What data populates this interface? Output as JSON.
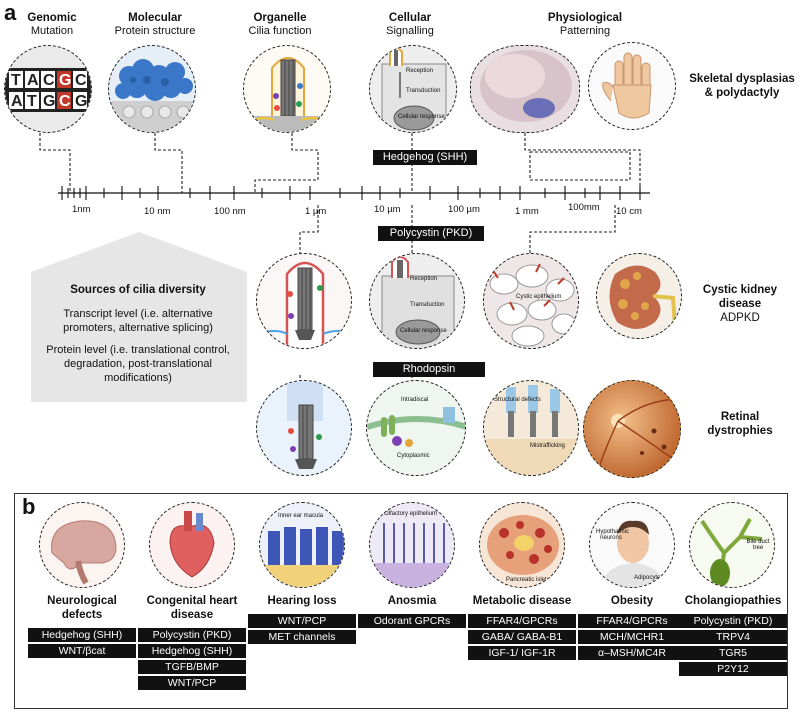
{
  "panel_a": {
    "letter": "a",
    "scales": [
      {
        "title": "Genomic",
        "subtitle": "Mutation"
      },
      {
        "title": "Molecular",
        "subtitle": "Protein structure"
      },
      {
        "title": "Organelle",
        "subtitle": "Cilia function"
      },
      {
        "title": "Cellular",
        "subtitle": "Signalling"
      },
      {
        "title": "Physiological",
        "subtitle": "Patterning"
      }
    ],
    "axis_ticks": [
      "1nm",
      "10 nm",
      "100 nm",
      "1 µm",
      "10 µm",
      "100 µm",
      "1 mm",
      "100mm",
      "10 cm"
    ],
    "pathways": {
      "hedgehog": "Hedgehog (SHH)",
      "polycystin": "Polycystin (PKD)",
      "rhodopsin": "Rhodopsin"
    },
    "diseases": {
      "skeletal": "Skeletal dysplasias & polydactyly",
      "skeletal_line1": "Skeletal dysplasias",
      "skeletal_line2": "& polydactyly",
      "kidney_line1": "Cystic kidney",
      "kidney_line2": "disease",
      "kidney_line3": "ADPKD",
      "retinal_line1": "Retinal",
      "retinal_line2": "dystrophies"
    },
    "inner_labels": {
      "reception": "Reception",
      "transduction": "Transduction",
      "cellular_response": "Cellular response",
      "cystic_epithelium": "Cystic epithelium",
      "intradiscal": "Intradiscal",
      "cytoplasmic": "Cytoplasmic",
      "structural_defects": "Structural defects",
      "mistrafficking": "Mistrafficking"
    },
    "diversity": {
      "title": "Sources of cilia diversity",
      "transcript": "Transcript level (i.e. alternative promoters, alternative splicing)",
      "protein": "Protein level (i.e. translational control, degradation, post-translational modifications)"
    },
    "colors": {
      "dark_label": "#111111",
      "skin": "#e8c4a4",
      "red": "#c0392b",
      "blue": "#3a77c8"
    }
  },
  "panel_b": {
    "letter": "b",
    "columns": [
      {
        "name1": "Neurological",
        "name2": "defects",
        "tags": [
          "Hedgehog (SHH)",
          "WNT/βcat"
        ],
        "icon": "brain-icon"
      },
      {
        "name1": "Congenital heart",
        "name2": "disease",
        "tags": [
          "Polycystin (PKD)",
          "Hedgehog (SHH)",
          "TGFB/BMP",
          "WNT/PCP"
        ],
        "icon": "heart-icon"
      },
      {
        "name1": "Hearing loss",
        "name2": "",
        "tags": [
          "WNT/PCP",
          "MET channels"
        ],
        "icon": "inner-ear-icon",
        "inner": "Inner ear macula"
      },
      {
        "name1": "Anosmia",
        "name2": "",
        "tags": [
          "Odorant GPCRs"
        ],
        "icon": "olfactory-icon",
        "inner": "Olfactory epithelium"
      },
      {
        "name1": "Metabolic disease",
        "name2": "",
        "tags": [
          "FFAR4/GPCRs",
          "GABA/ GABA-B1",
          "IGF-1/ IGF-1R"
        ],
        "icon": "pancreas-icon",
        "inner": "Pancreatic islet"
      },
      {
        "name1": "Obesity",
        "name2": "",
        "tags": [
          "FFAR4/GPCRs",
          "MCH/MCHR1",
          "α–MSH/MC4R"
        ],
        "icon": "person-icon",
        "inner": "Hypothalmic neurons",
        "inner2": "Adipocytes"
      },
      {
        "name1": "Cholangiopathies",
        "name2": "",
        "tags": [
          "Polycystin (PKD)",
          "TRPV4",
          "TGR5",
          "P2Y12"
        ],
        "icon": "bile-duct-icon",
        "inner": "Bile duct tree"
      }
    ]
  }
}
